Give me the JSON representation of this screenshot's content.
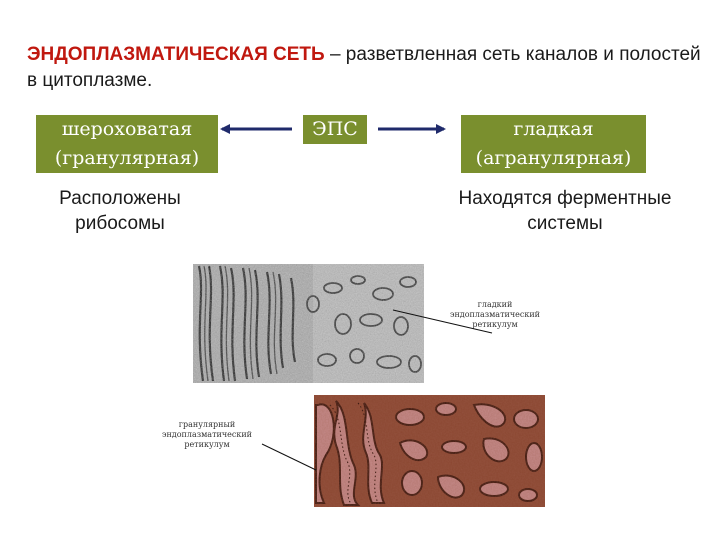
{
  "title": {
    "term": "ЭНДОПЛАЗМАТИЧЕСКАЯ СЕТЬ",
    "definition": " – разветвленная сеть каналов и полостей в цитоплазме."
  },
  "types": {
    "center": "ЭПС",
    "rough": {
      "line1": "шероховатая",
      "line2": "(гранулярная)"
    },
    "smooth": {
      "line1": "гладкая",
      "line2": "(агранулярная)"
    }
  },
  "captions": {
    "rough": {
      "line1": "Расположены",
      "line2": "рибосомы"
    },
    "smooth": {
      "line1": "Находятся ферментные",
      "line2": "системы"
    }
  },
  "image_labels": {
    "smooth": {
      "line1": "гладкий",
      "line2": "эндоплазматический",
      "line3": "ретикулум"
    },
    "rough": {
      "line1": "гранулярный",
      "line2": "эндоплазматический",
      "line3": "ретикулум"
    }
  },
  "colors": {
    "term": "#c0180f",
    "box_fill": "#7a8f2e",
    "arrow": "#1f2a6b",
    "micrograph_bw": "#9a9a9a",
    "micrograph_color": "#7b3a24"
  }
}
